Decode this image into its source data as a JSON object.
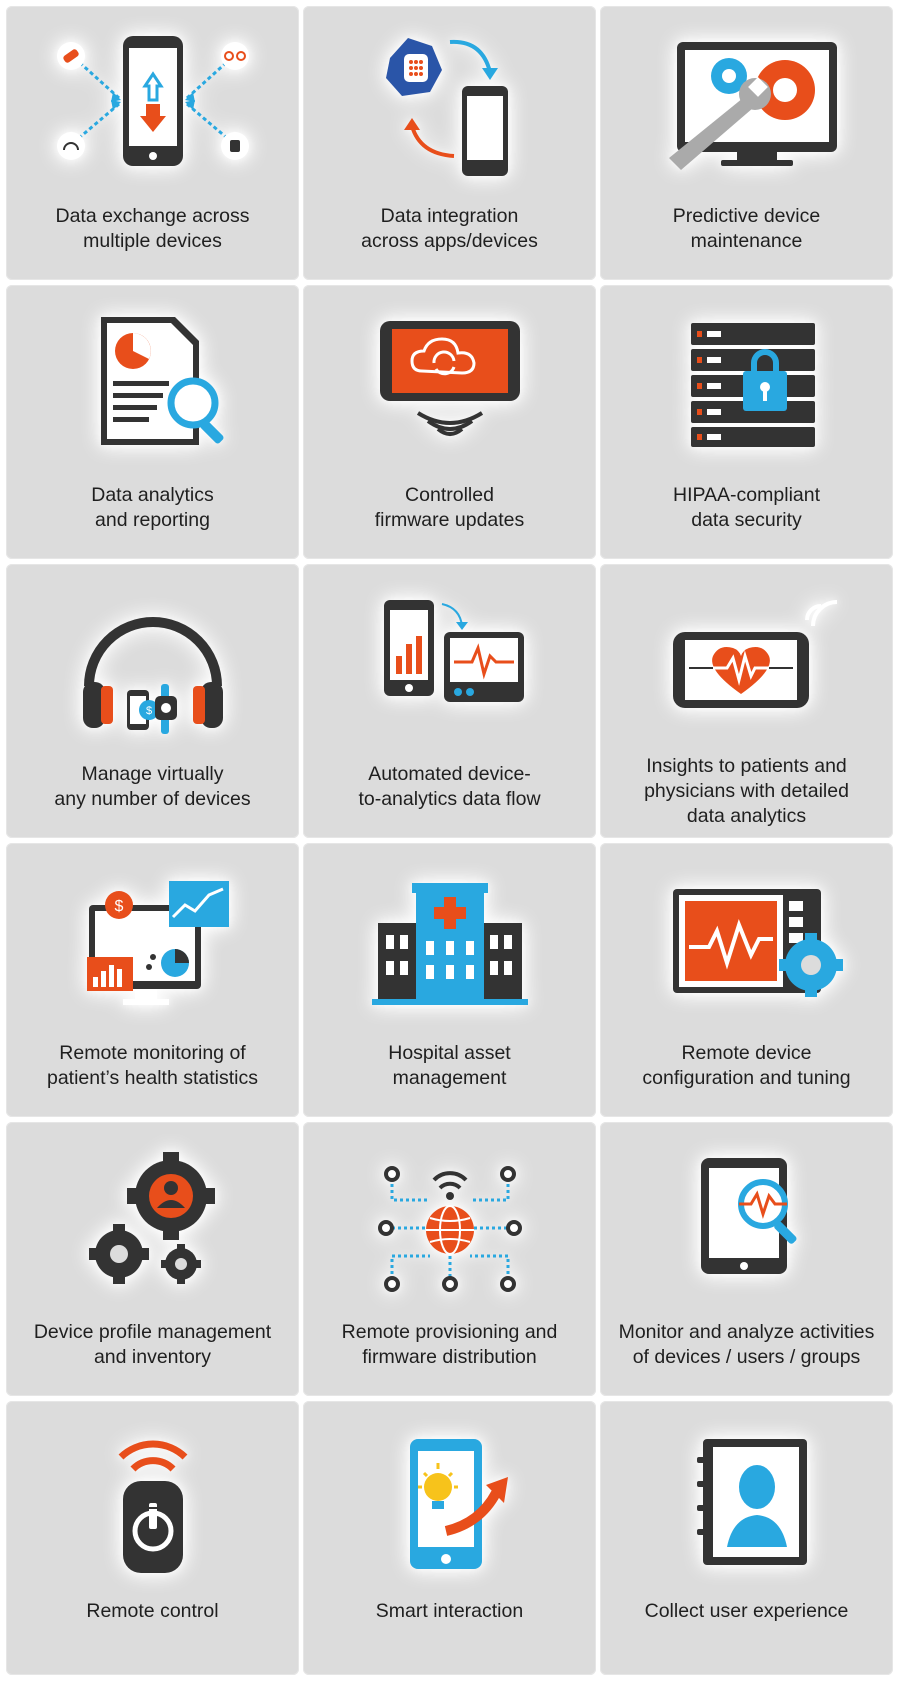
{
  "colors": {
    "tile_bg": "#dcdcdc",
    "dark": "#333333",
    "orange": "#e84e1b",
    "blue": "#29a8e0",
    "text": "#1f1f1f"
  },
  "tiles": [
    {
      "label": "Data exchange across\nmultiple devices",
      "icon": "phone-data-exchange-icon"
    },
    {
      "label": "Data integration\nacross apps/devices",
      "icon": "watch-phone-sync-icon"
    },
    {
      "label": "Predictive device\nmaintenance",
      "icon": "monitor-wrench-gear-icon"
    },
    {
      "label": "Data analytics\nand reporting",
      "icon": "report-magnifier-icon"
    },
    {
      "label": "Controlled\nfirmware updates",
      "icon": "cloud-update-device-icon"
    },
    {
      "label": "HIPAA-compliant\ndata security",
      "icon": "server-lock-icon"
    },
    {
      "label": "Manage virtually\nany number of devices",
      "icon": "headphones-devices-icon"
    },
    {
      "label": "Automated device-\nto-analytics data flow",
      "icon": "phone-monitor-flow-icon"
    },
    {
      "label": "Insights to patients and\nphysicians with detailed\ndata analytics",
      "icon": "phone-heart-icon"
    },
    {
      "label": "Remote monitoring of\npatient’s health statistics",
      "icon": "monitor-health-stats-icon"
    },
    {
      "label": "Hospital asset\nmanagement",
      "icon": "hospital-building-icon"
    },
    {
      "label": "Remote device\nconfiguration and tuning",
      "icon": "device-config-gear-icon"
    },
    {
      "label": "Device profile management\nand inventory",
      "icon": "gears-profile-icon"
    },
    {
      "label": "Remote provisioning and\nfirmware distribution",
      "icon": "globe-network-icon"
    },
    {
      "label": "Monitor and analyze activities\nof devices / users / groups",
      "icon": "tablet-analyze-icon"
    },
    {
      "label": "Remote control",
      "icon": "remote-power-icon"
    },
    {
      "label": "Smart interaction",
      "icon": "phone-bulb-arrow-icon"
    },
    {
      "label": "Collect user experience",
      "icon": "contact-book-icon"
    }
  ]
}
